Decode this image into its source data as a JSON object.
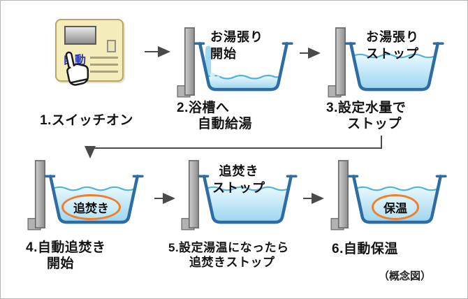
{
  "diagram": {
    "footnote": "（概念図）",
    "remote": {
      "button_label": "自動",
      "hand_icon": "pointing-hand"
    },
    "steps": {
      "s1": {
        "caption": "1.スイッチオン"
      },
      "s2": {
        "bubble_line1": "お湯張り",
        "bubble_line2": "開始",
        "caption_line1": "2.浴槽へ",
        "caption_line2": "自動給湯"
      },
      "s3": {
        "bubble_line1": "お湯張り",
        "bubble_line2": "ストップ",
        "caption_line1": "3.設定水量で",
        "caption_line2": "ストップ"
      },
      "s4": {
        "water_label": "追焚き",
        "caption_line1": "4.自動追焚き",
        "caption_line2": "開始"
      },
      "s5": {
        "bubble_line1": "追焚き",
        "bubble_line2": "ストップ",
        "caption_line1": "5.設定湯温になったら",
        "caption_line2": "追焚きストップ"
      },
      "s6": {
        "water_label": "保温",
        "caption": "6.自動保温"
      }
    },
    "colors": {
      "tub_outline": "#2e6da4",
      "water_fill": "#a8dcf2",
      "water_wave": "#54b2da",
      "label_ellipse_orange": "#ef7f2a",
      "remote_body": "#f4edbb",
      "arrow": "#4a4a4a"
    }
  }
}
